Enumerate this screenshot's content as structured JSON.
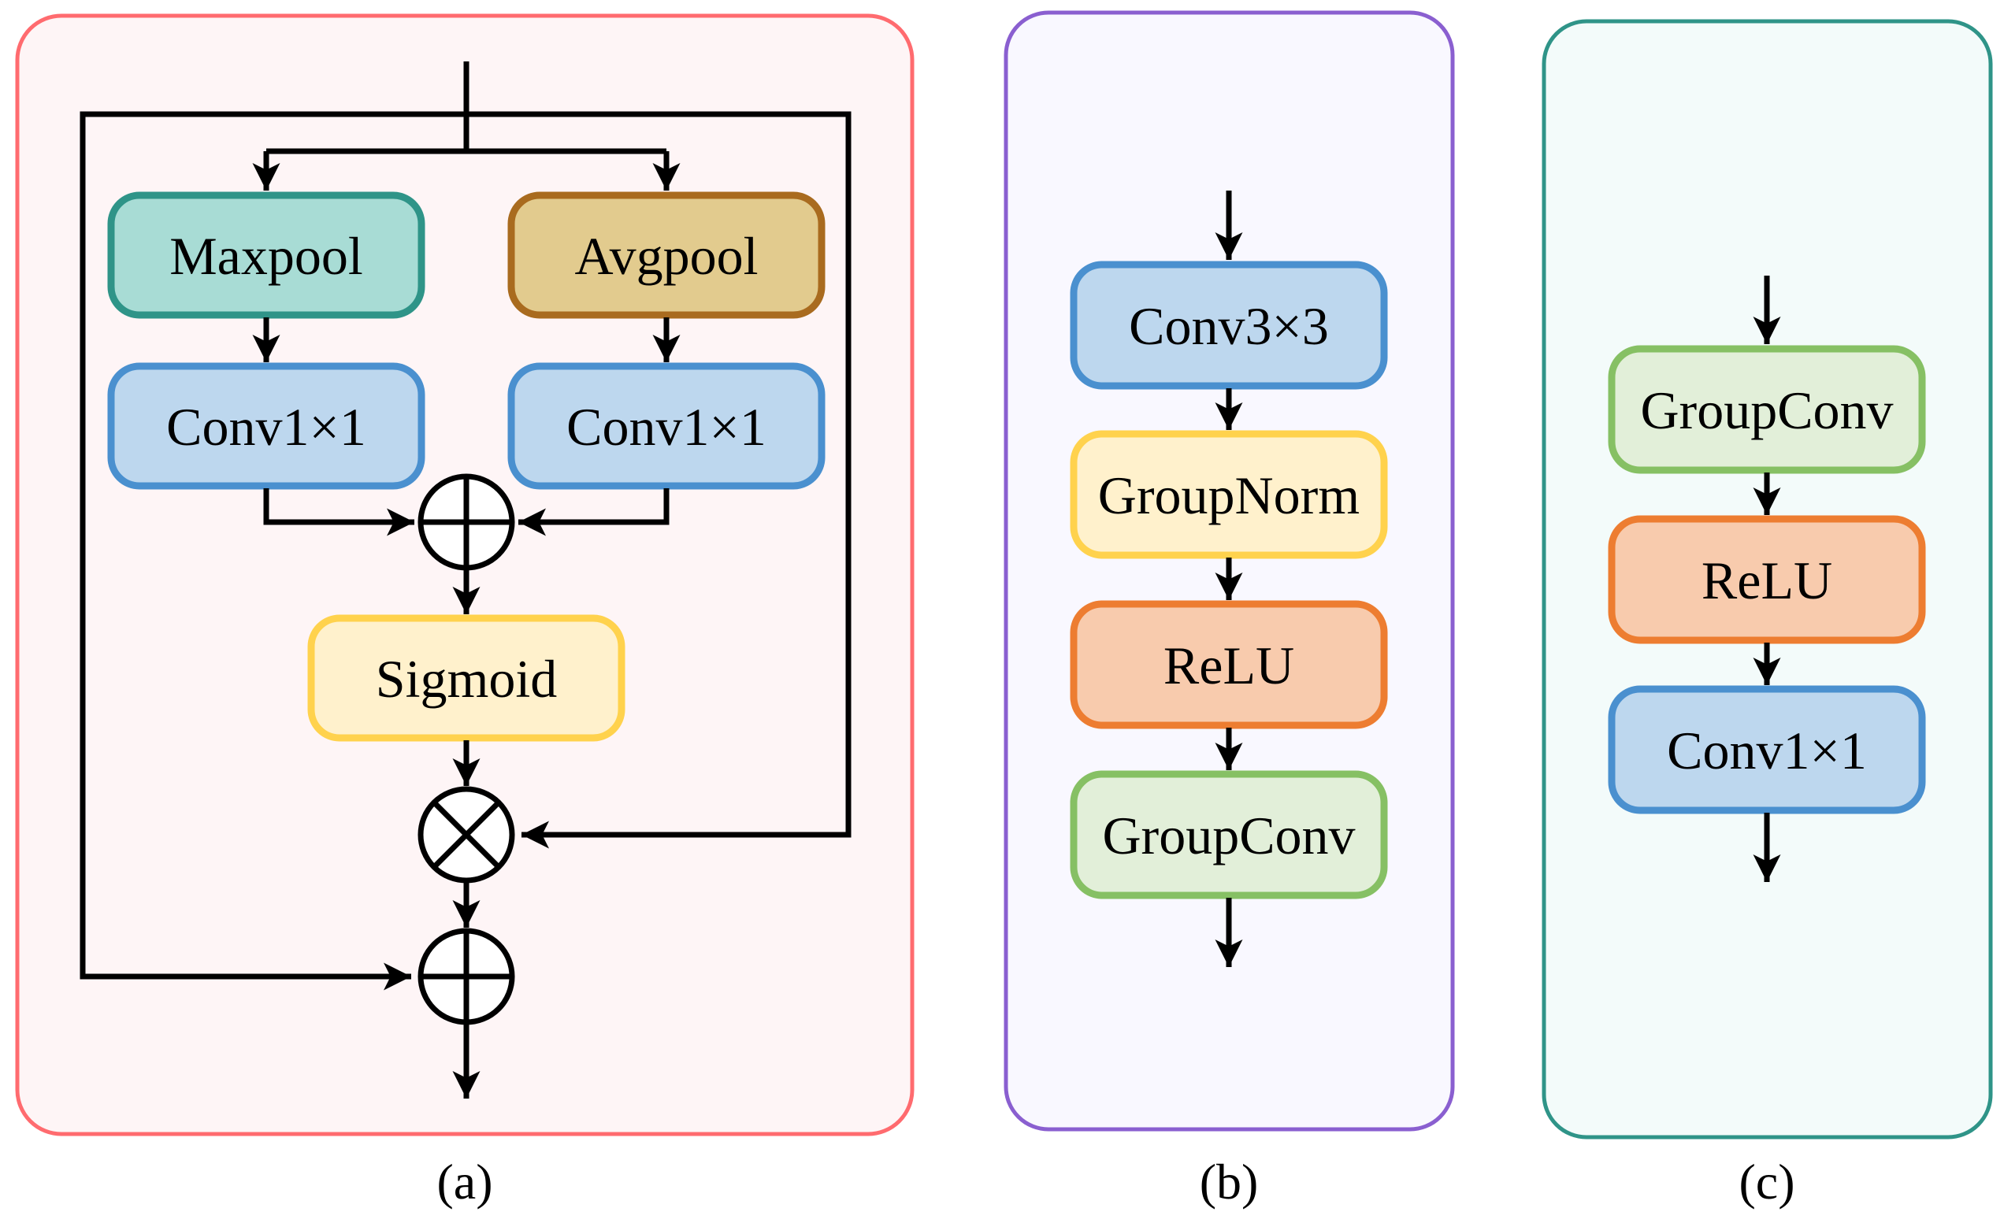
{
  "figure": {
    "panels": [
      {
        "id": "a",
        "caption": "(a)",
        "border_color": "#ff6b6f",
        "fill_color": "#fef5f6",
        "blocks": [
          {
            "id": "maxpool",
            "label": "Maxpool",
            "stroke": "#2f9488",
            "fill": "#a8dcd5"
          },
          {
            "id": "avgpool",
            "label": "Avgpool",
            "stroke": "#a96b1f",
            "fill": "#e2cb8e"
          },
          {
            "id": "conv1x1-left",
            "label": "Conv1×1",
            "stroke": "#4a90cf",
            "fill": "#bdd7ee"
          },
          {
            "id": "conv1x1-right",
            "label": "Conv1×1",
            "stroke": "#4a90cf",
            "fill": "#bdd7ee"
          },
          {
            "id": "sigmoid",
            "label": "Sigmoid",
            "stroke": "#ffd24d",
            "fill": "#fff1cc"
          }
        ],
        "operators": [
          {
            "id": "add-1",
            "type": "add"
          },
          {
            "id": "multiply",
            "type": "multiply"
          },
          {
            "id": "add-2",
            "type": "add"
          }
        ]
      },
      {
        "id": "b",
        "caption": "(b)",
        "border_color": "#8a5fd0",
        "fill_color": "#f9f8ff",
        "blocks": [
          {
            "id": "conv3x3",
            "label": "Conv3×3",
            "stroke": "#4a90cf",
            "fill": "#bdd7ee"
          },
          {
            "id": "groupnorm",
            "label": "GroupNorm",
            "stroke": "#ffd24d",
            "fill": "#fff1cc"
          },
          {
            "id": "relu",
            "label": "ReLU",
            "stroke": "#ed7d31",
            "fill": "#f8cbad"
          },
          {
            "id": "groupconv",
            "label": "GroupConv",
            "stroke": "#86c064",
            "fill": "#e2efd9"
          }
        ]
      },
      {
        "id": "c",
        "caption": "(c)",
        "border_color": "#2f9488",
        "fill_color": "#f3fbfa",
        "blocks": [
          {
            "id": "groupconv",
            "label": "GroupConv",
            "stroke": "#86c064",
            "fill": "#e2efd9"
          },
          {
            "id": "relu",
            "label": "ReLU",
            "stroke": "#ed7d31",
            "fill": "#f8cbad"
          },
          {
            "id": "conv1x1",
            "label": "Conv1×1",
            "stroke": "#4a90cf",
            "fill": "#bdd7ee"
          }
        ]
      }
    ]
  }
}
